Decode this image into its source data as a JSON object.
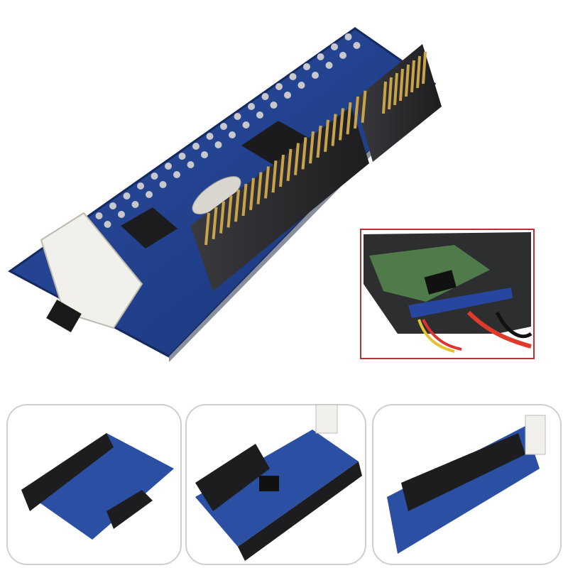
{
  "colors": {
    "background": "#ffffff",
    "pcb_blue": "#1f3f8a",
    "pcb_edge": "#163070",
    "connector_dark": "#2b2b2e",
    "gold_pins": "#c9a34a",
    "pin_silver": "#c8c8cc",
    "power_connector": "#f2f0ea",
    "inset_border": "#b8323a",
    "panel_border": "#cfcfcf"
  },
  "images": {
    "main": "ide-to-sata-adapter-board",
    "inset": "adapter-installed-on-hard-drive",
    "thumbnails": [
      "adapter-ide-header-view",
      "adapter-sata-front-view",
      "adapter-side-view"
    ]
  }
}
